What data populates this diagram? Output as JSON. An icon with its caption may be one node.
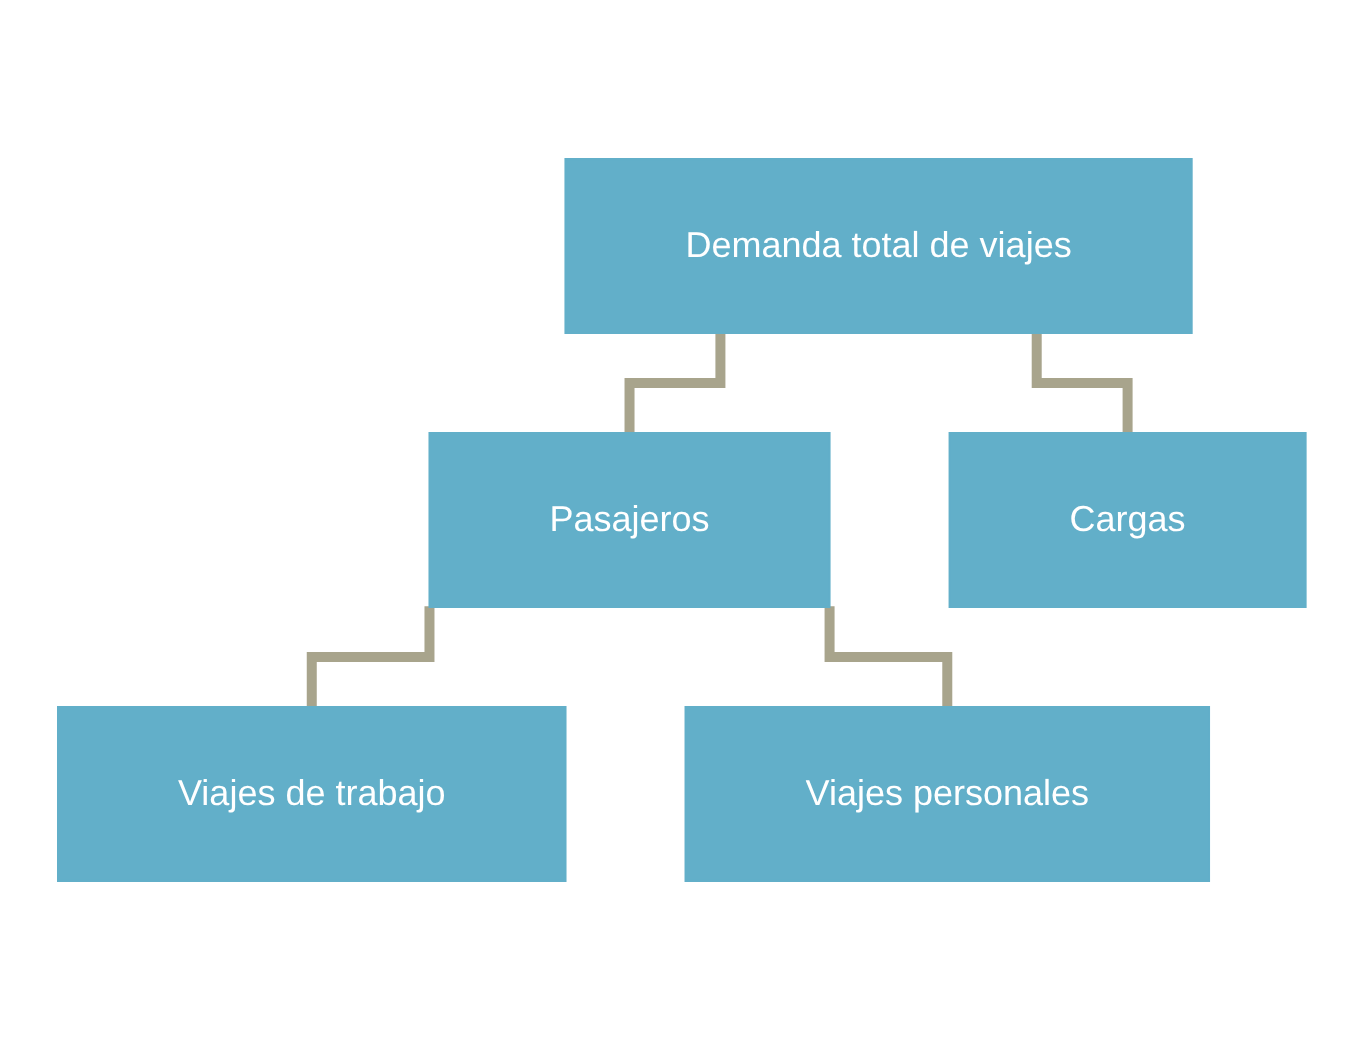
{
  "diagram": {
    "nodes": [
      {
        "text": [
          "Demanda total de viajes"
        ]
      },
      {
        "text": [
          "Pasajeros"
        ]
      },
      {
        "text": [
          "Cargas"
        ]
      },
      {
        "text": [
          "Viajes de trabajo"
        ]
      },
      {
        "text": [
          "Viajes personales"
        ]
      }
    ],
    "edges": [
      {
        "from": 0,
        "to": 1,
        "arrow": "none"
      },
      {
        "from": 0,
        "to": 2,
        "arrow": "none"
      },
      {
        "from": 1,
        "to": 3,
        "arrow": "none"
      },
      {
        "from": 1,
        "to": 4,
        "arrow": "none"
      }
    ]
  }
}
